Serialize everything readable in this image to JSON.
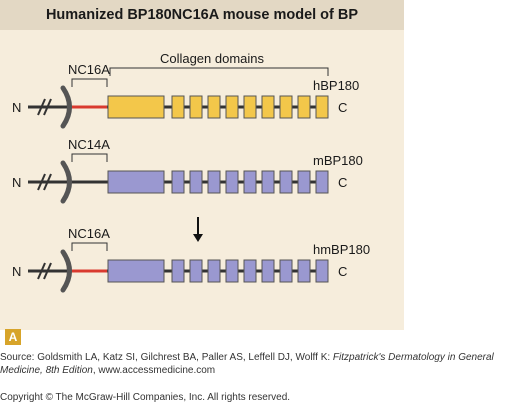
{
  "figure": {
    "title": "Humanized BP180NC16A mouse model of BP",
    "panel_label": "A",
    "collagen_label": "Collagen domains",
    "constructs": [
      {
        "name": "hBP180",
        "domain_label": "NC16A",
        "n_term": "N",
        "c_term": "C",
        "collagen_color": "#f3c74a"
      },
      {
        "name": "mBP180",
        "domain_label": "NC14A",
        "n_term": "N",
        "c_term": "C",
        "collagen_color": "#9a98d0"
      },
      {
        "name": "hmBP180",
        "domain_label": "NC16A",
        "n_term": "N",
        "c_term": "C",
        "collagen_color": "#9a98d0"
      }
    ],
    "colors": {
      "human_domain": "#d93a2f",
      "backbone": "#333333",
      "membrane": "#555555",
      "panel_background": "#f6eddc",
      "title_bar": "#e3d8c4",
      "badge": "#d7a42a"
    },
    "icons": {
      "transition": "down-arrow-icon"
    }
  },
  "footer": {
    "source_prefix": "Source: Goldsmith LA, Katz SI, Gilchrest BA, Paller AS, Leffell DJ, Wolff K:",
    "source_title": "Fitzpatrick's Dermatology in General Medicine, 8th Edition",
    "source_url": "www.accessmedicine.com",
    "copyright": "Copyright © The McGraw-Hill Companies, Inc. All rights reserved."
  }
}
